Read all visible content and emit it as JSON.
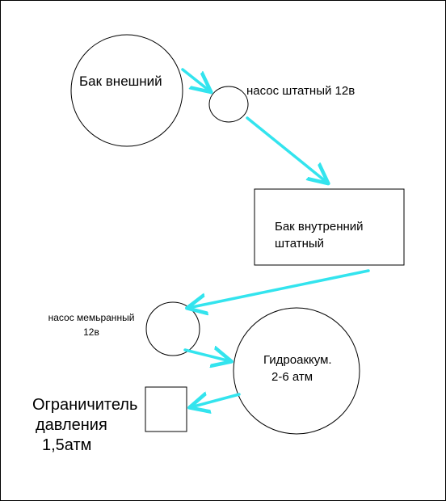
{
  "colors": {
    "arrow": "#33e4ee",
    "stroke": "#000000",
    "background": "#ffffff"
  },
  "labels": {
    "external_tank": "Бак внешний",
    "stock_pump": "насос штатный 12в",
    "internal_tank_line1": "Бак внутренний",
    "internal_tank_line2": "штатный",
    "membrane_pump_line1": "насос мемьранный",
    "membrane_pump_line2": "12в",
    "accumulator_line1": "Гидроаккум.",
    "accumulator_line2": "2-6 атм",
    "limiter_line1": "Ограничитель",
    "limiter_line2": "давления",
    "limiter_line3": "1,5атм"
  }
}
